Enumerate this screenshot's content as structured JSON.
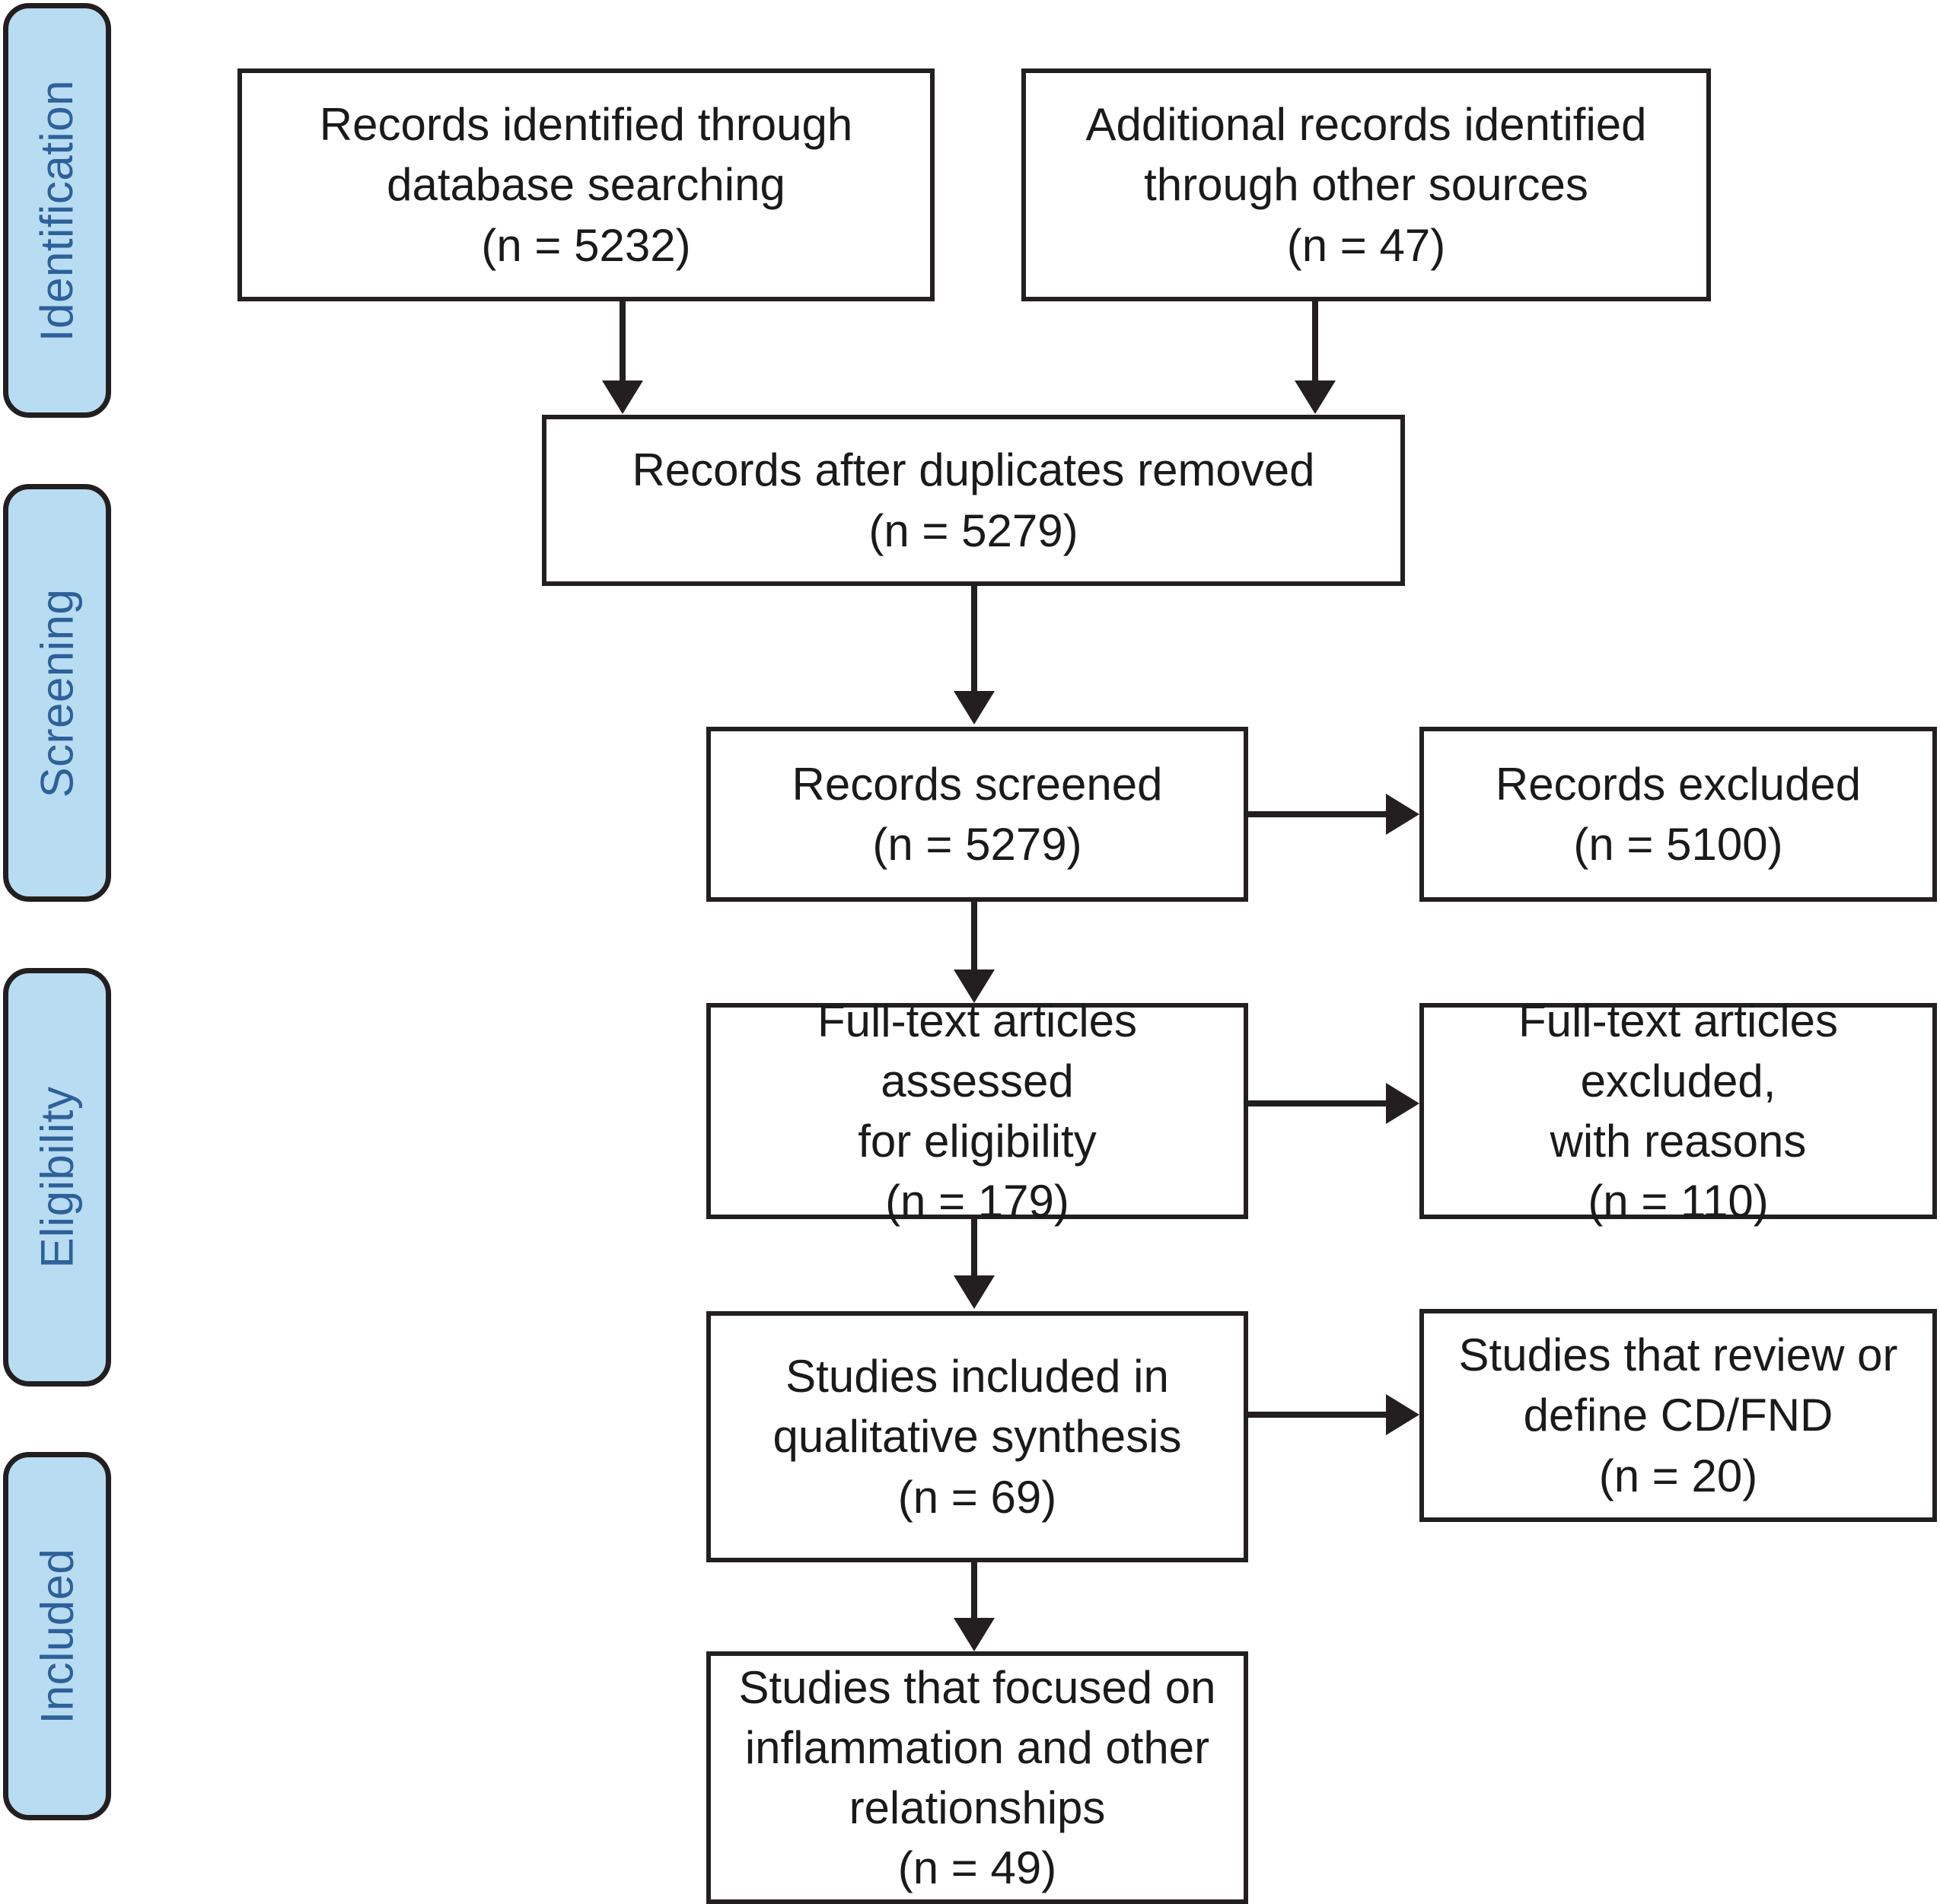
{
  "diagram": {
    "title": "PRISMA flow diagram",
    "colors": {
      "stage_fill": "#b8dcf2",
      "stage_border": "#231f20",
      "stage_text": "#2e6099",
      "box_border": "#231f20",
      "box_fill": "#ffffff",
      "box_text": "#1a1a1a",
      "connector": "#231f20"
    },
    "stages": [
      {
        "id": "identification",
        "label": "Identification"
      },
      {
        "id": "screening",
        "label": "Screening"
      },
      {
        "id": "eligibility",
        "label": "Eligibility"
      },
      {
        "id": "included",
        "label": "Included"
      }
    ],
    "boxes": [
      {
        "id": "records-database",
        "text": "Records identified through\ndatabase searching\n(n = 5232)",
        "count": 5232
      },
      {
        "id": "records-other-sources",
        "text": "Additional records identified\nthrough other sources\n(n = 47)",
        "count": 47
      },
      {
        "id": "records-after-duplicates",
        "text": "Records after duplicates removed\n(n =   5279)",
        "count": 5279
      },
      {
        "id": "records-screened",
        "text": "Records screened\n(n = 5279)",
        "count": 5279
      },
      {
        "id": "records-excluded",
        "text": "Records excluded\n(n = 5100)",
        "count": 5100
      },
      {
        "id": "fulltext-assessed",
        "text": "Full-text articles assessed\nfor eligibility\n(n = 179)",
        "count": 179
      },
      {
        "id": "fulltext-excluded",
        "text": "Full-text articles excluded,\nwith reasons\n(n = 110)",
        "count": 110
      },
      {
        "id": "studies-qualitative",
        "text": "Studies included in\nqualitative synthesis\n(n = 69)",
        "count": 69
      },
      {
        "id": "studies-review-define",
        "text": "Studies that review or\ndefine CD/FND\n(n = 20)",
        "count": 20
      },
      {
        "id": "studies-inflammation",
        "text": "Studies that focused on\ninflammation and other\nrelationships\n(n = 49)",
        "count": 49
      }
    ]
  }
}
